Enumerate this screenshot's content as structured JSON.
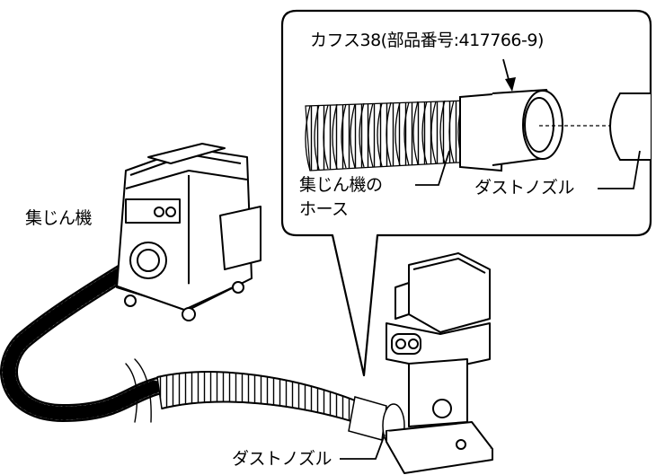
{
  "callout": {
    "cuff_label": "カフス38(部品番号:417766-9)",
    "hose_label_line1": "集じん機の",
    "hose_label_line2": "ホース",
    "nozzle_label": "ダストノズル"
  },
  "main": {
    "dust_extractor_label": "集じん機",
    "nozzle_label": "ダストノズル"
  }
}
